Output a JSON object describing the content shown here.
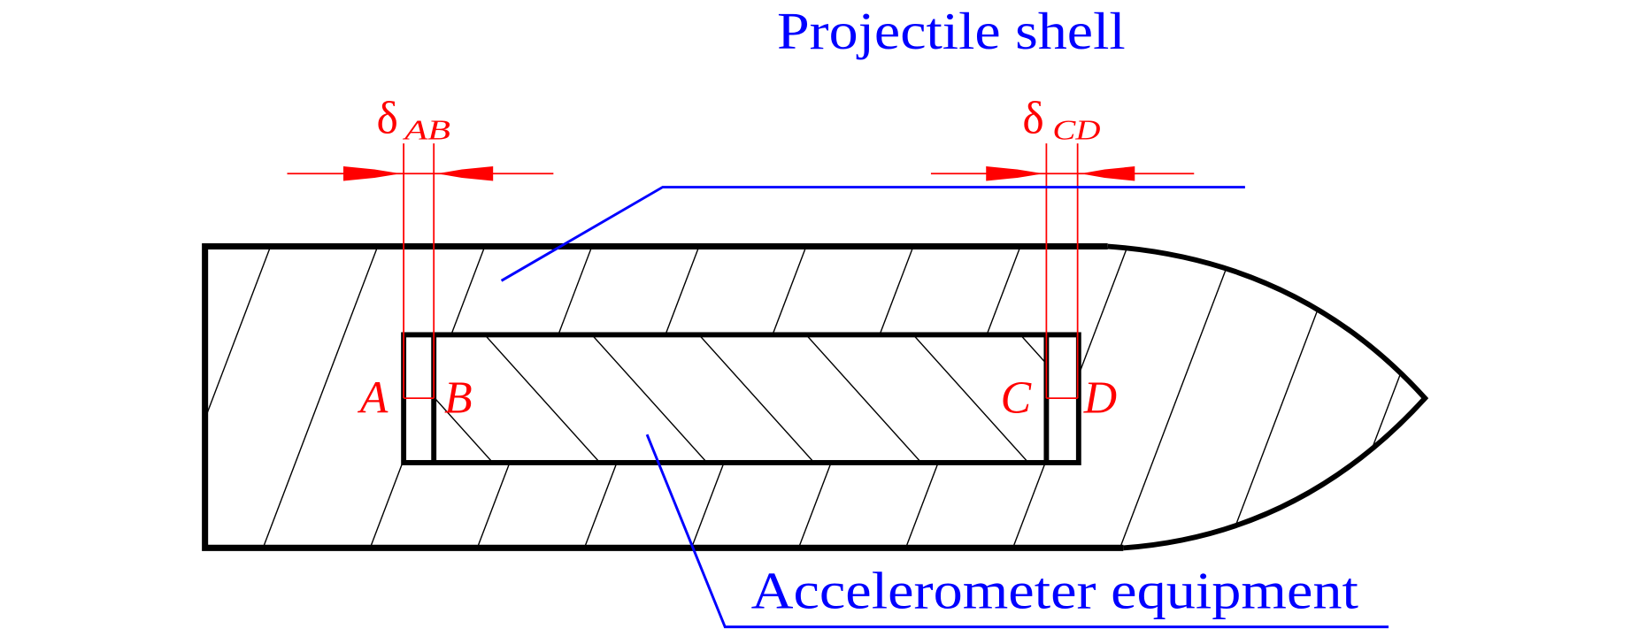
{
  "labels": {
    "shell": "Projectile shell",
    "equipment": "Accelerometer equipment",
    "delta_symbol": "δ",
    "delta_ab_sub": "AB",
    "delta_cd_sub": "CD",
    "point_a": "A",
    "point_b": "B",
    "point_c": "C",
    "point_d": "D"
  },
  "colors": {
    "outline": "#000000",
    "dimension": "#ff0000",
    "leader": "#0000ff"
  }
}
